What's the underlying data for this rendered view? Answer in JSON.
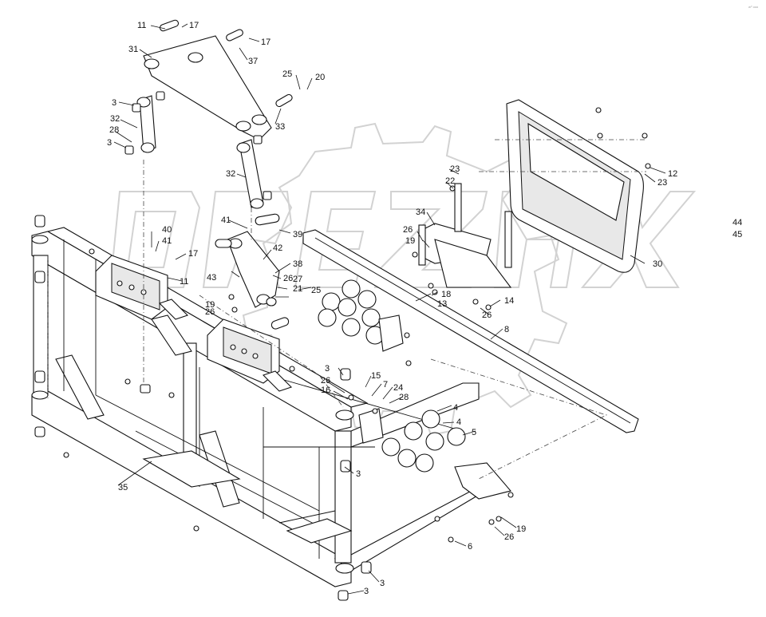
{
  "corner_mark": "w⁰ ooo",
  "callouts": [
    {
      "id": "c11a",
      "text": "11"
    },
    {
      "id": "c17a",
      "text": "17"
    },
    {
      "id": "c17b",
      "text": "17"
    },
    {
      "id": "c31",
      "text": "31"
    },
    {
      "id": "c37",
      "text": "37"
    },
    {
      "id": "c25",
      "text": "25"
    },
    {
      "id": "c20",
      "text": "20"
    },
    {
      "id": "c3a",
      "text": "3"
    },
    {
      "id": "c32a",
      "text": "32"
    },
    {
      "id": "c28a",
      "text": "28"
    },
    {
      "id": "c3b",
      "text": "3"
    },
    {
      "id": "c33",
      "text": "33"
    },
    {
      "id": "c32b",
      "text": "32"
    },
    {
      "id": "c23a",
      "text": "23"
    },
    {
      "id": "c22",
      "text": "22"
    },
    {
      "id": "c12",
      "text": "12"
    },
    {
      "id": "c23b",
      "text": "23"
    },
    {
      "id": "c44",
      "text": "44"
    },
    {
      "id": "c45",
      "text": "45"
    },
    {
      "id": "c34",
      "text": "34"
    },
    {
      "id": "c41a",
      "text": "41"
    },
    {
      "id": "c39",
      "text": "39"
    },
    {
      "id": "c40",
      "text": "40"
    },
    {
      "id": "c41b",
      "text": "41"
    },
    {
      "id": "c17c",
      "text": "17"
    },
    {
      "id": "c42",
      "text": "42"
    },
    {
      "id": "c38",
      "text": "38"
    },
    {
      "id": "c43",
      "text": "43"
    },
    {
      "id": "c11b",
      "text": "11"
    },
    {
      "id": "c26a",
      "text": "26"
    },
    {
      "id": "c27",
      "text": "27"
    },
    {
      "id": "c21",
      "text": "21"
    },
    {
      "id": "c25b",
      "text": "25"
    },
    {
      "id": "c19a",
      "text": "19"
    },
    {
      "id": "c26b",
      "text": "26"
    },
    {
      "id": "c26c",
      "text": "26"
    },
    {
      "id": "c19b",
      "text": "19"
    },
    {
      "id": "c18",
      "text": "18"
    },
    {
      "id": "c13",
      "text": "13"
    },
    {
      "id": "c14",
      "text": "14"
    },
    {
      "id": "c26d",
      "text": "26"
    },
    {
      "id": "c30",
      "text": "30"
    },
    {
      "id": "c8",
      "text": "8"
    },
    {
      "id": "c3c",
      "text": "3"
    },
    {
      "id": "c15",
      "text": "15"
    },
    {
      "id": "c26e",
      "text": "26"
    },
    {
      "id": "c16",
      "text": "16"
    },
    {
      "id": "c7",
      "text": "7"
    },
    {
      "id": "c24",
      "text": "24"
    },
    {
      "id": "c28b",
      "text": "28"
    },
    {
      "id": "c4a",
      "text": "4"
    },
    {
      "id": "c4b",
      "text": "4"
    },
    {
      "id": "c5",
      "text": "5"
    },
    {
      "id": "c35",
      "text": "35"
    },
    {
      "id": "c3d",
      "text": "3"
    },
    {
      "id": "c19c",
      "text": "19"
    },
    {
      "id": "c26f",
      "text": "26"
    },
    {
      "id": "c6",
      "text": "6"
    },
    {
      "id": "c3e",
      "text": "3"
    },
    {
      "id": "c3f",
      "text": "3"
    }
  ]
}
